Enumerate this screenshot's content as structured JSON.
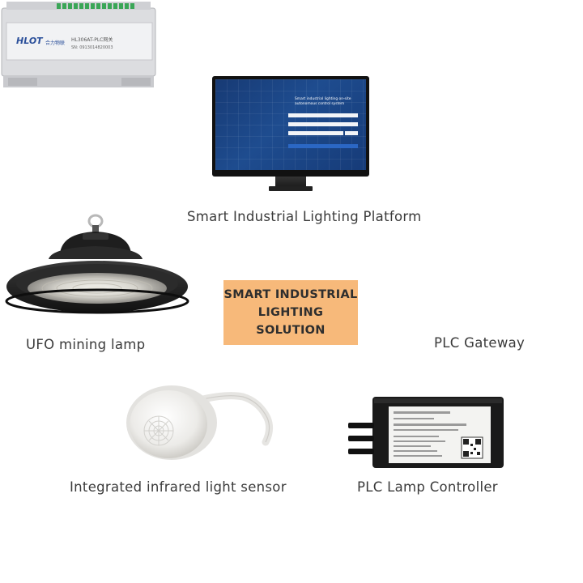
{
  "center": {
    "line1": "SMART INDUSTRIAL",
    "line2": "LIGHTING SOLUTION"
  },
  "captions": {
    "platform": "Smart Industrial Lighting Platform",
    "lamp": "UFO mining lamp",
    "gateway": "PLC Gateway",
    "sensor": "Integrated infrared light sensor",
    "controller": "PLC Lamp Controller"
  },
  "monitor_screen": {
    "title_line1": "Smart industrial lighting on-site",
    "title_line2": "autonomous control system"
  },
  "gateway_label": {
    "brand": "HLOT",
    "brand_sub": "合力物联",
    "model": "HL306AT-PLC网关",
    "serial": "SN: 0913014820003"
  },
  "colors": {
    "badge": "#f7b97a",
    "screen": "#1e4c8f",
    "gateway_body": "#dcdde0",
    "gateway_terminals": "#3aa657",
    "controller_body": "#1a1a1a"
  }
}
